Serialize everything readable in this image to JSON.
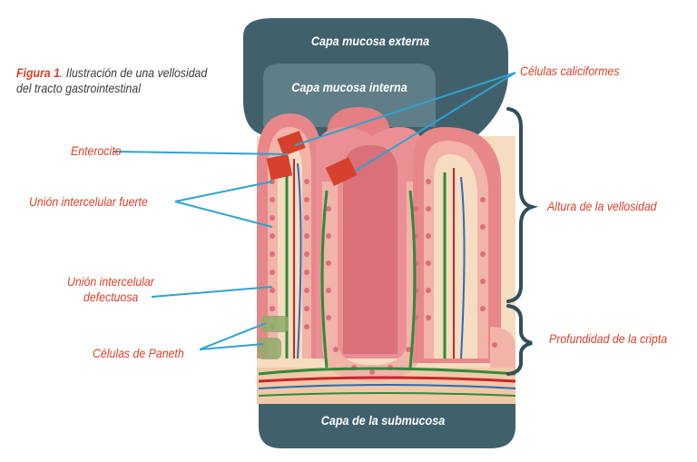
{
  "caption": {
    "figure_number": "Figura 1",
    "text": ". Ilustración de una vellosidad del tracto gastrointestinal"
  },
  "layers": {
    "outer_mucosa": "Capa mucosa externa",
    "inner_mucosa": "Capa mucosa interna",
    "submucosa": "Capa de la submucosa"
  },
  "labels": {
    "goblet_cells": "Células caliciformes",
    "enterocyte": "Enterocito",
    "tight_junction": "Unión intercelular fuerte",
    "defective_junction_line1": "Unión intercelular",
    "defective_junction_line2": "defectuosa",
    "paneth_cells": "Células de Paneth",
    "villus_height": "Altura de la vellosidad",
    "crypt_depth": "Profundidad de la cripta"
  },
  "colors": {
    "label_red": "#d8412b",
    "band_slate": "#40616c",
    "band_light": "#5f7e88",
    "tissue_pink": "#e7878a",
    "cell_layer": "#f2b3a9",
    "lamina": "#f6dcc0",
    "leader_blue": "#2fa3cf",
    "vessel_green": "#2e8b3a",
    "vessel_red": "#c8262b",
    "vessel_blue": "#2b6cb5",
    "enterocyte_red": "#d5412c",
    "paneth_green": "#8fae6a"
  }
}
